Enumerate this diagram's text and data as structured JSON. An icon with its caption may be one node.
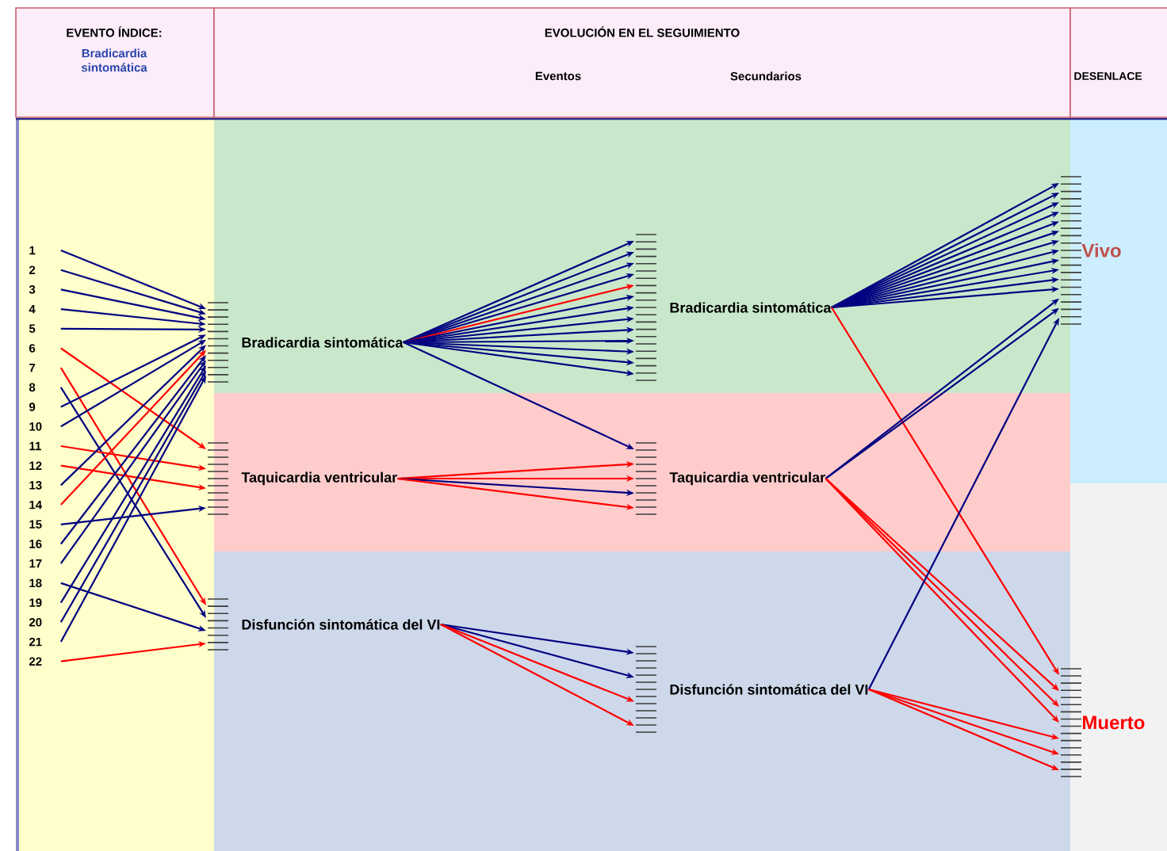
{
  "diagram": {
    "nodes": [
      {
        "text": [
          "1"
        ]
      },
      {
        "text": [
          "2"
        ]
      },
      {
        "text": [
          "3"
        ]
      },
      {
        "text": [
          "4"
        ]
      },
      {
        "text": [
          "5"
        ]
      },
      {
        "text": [
          "6"
        ]
      },
      {
        "text": [
          "7"
        ]
      },
      {
        "text": [
          "8"
        ]
      },
      {
        "text": [
          "9"
        ]
      },
      {
        "text": [
          "10"
        ]
      },
      {
        "text": [
          "11"
        ]
      },
      {
        "text": [
          "12"
        ]
      },
      {
        "text": [
          "13"
        ]
      },
      {
        "text": [
          "14"
        ]
      },
      {
        "text": [
          "15"
        ]
      },
      {
        "text": [
          "16"
        ]
      },
      {
        "text": [
          "17"
        ]
      },
      {
        "text": [
          "18"
        ]
      },
      {
        "text": [
          "19"
        ]
      },
      {
        "text": [
          "20"
        ]
      },
      {
        "text": [
          "21"
        ]
      },
      {
        "text": [
          "22"
        ]
      },
      {
        "text": [
          "Bradicardia sintomática"
        ]
      },
      {
        "text": [
          "Taquicardia ventricular"
        ]
      },
      {
        "text": [
          "Disfunción sintomática del VI"
        ]
      },
      {
        "text": [
          "Bradicardia sintomática"
        ]
      },
      {
        "text": [
          "Taquicardia ventricular"
        ]
      },
      {
        "text": [
          "Disfunción sintomática del VI"
        ]
      },
      {
        "text": [
          "Vivo"
        ]
      },
      {
        "text": [
          "Muerto"
        ]
      }
    ],
    "edges": [
      {
        "from": 0,
        "to": 22,
        "arrow": "to"
      },
      {
        "from": 1,
        "to": 22,
        "arrow": "to"
      },
      {
        "from": 2,
        "to": 22,
        "arrow": "to"
      },
      {
        "from": 3,
        "to": 22,
        "arrow": "to"
      },
      {
        "from": 4,
        "to": 22,
        "arrow": "to"
      },
      {
        "from": 5,
        "to": 23,
        "arrow": "to",
        "color": "#ff0000"
      },
      {
        "from": 6,
        "to": 24,
        "arrow": "to",
        "color": "#ff0000"
      },
      {
        "from": 7,
        "to": 24,
        "arrow": "to"
      },
      {
        "from": 8,
        "to": 22,
        "arrow": "to"
      },
      {
        "from": 9,
        "to": 22,
        "arrow": "to"
      },
      {
        "from": 10,
        "to": 23,
        "arrow": "to",
        "color": "#ff0000"
      },
      {
        "from": 11,
        "to": 23,
        "arrow": "to",
        "color": "#ff0000"
      },
      {
        "from": 12,
        "to": 22,
        "arrow": "to"
      },
      {
        "from": 13,
        "to": 22,
        "arrow": "to",
        "color": "#ff0000"
      },
      {
        "from": 14,
        "to": 23,
        "arrow": "to"
      },
      {
        "from": 15,
        "to": 22,
        "arrow": "to"
      },
      {
        "from": 16,
        "to": 22,
        "arrow": "to"
      },
      {
        "from": 17,
        "to": 24,
        "arrow": "to"
      },
      {
        "from": 18,
        "to": 22,
        "arrow": "to"
      },
      {
        "from": 19,
        "to": 22,
        "arrow": "to"
      },
      {
        "from": 20,
        "to": 22,
        "arrow": "to"
      },
      {
        "from": 21,
        "to": 24,
        "arrow": "to",
        "color": "#ff0000"
      },
      {
        "from": 22,
        "to": 25,
        "arrow": "to"
      },
      {
        "from": 22,
        "to": 25,
        "arrow": "to"
      },
      {
        "from": 22,
        "to": 25,
        "arrow": "to"
      },
      {
        "from": 22,
        "to": 25,
        "arrow": "to"
      },
      {
        "from": 22,
        "to": 25,
        "arrow": "to",
        "color": "#ff0000"
      },
      {
        "from": 22,
        "to": 25,
        "arrow": "to"
      },
      {
        "from": 22,
        "to": 25,
        "arrow": "to"
      },
      {
        "from": 22,
        "to": 25,
        "arrow": "to"
      },
      {
        "from": 22,
        "to": 25,
        "arrow": "to"
      },
      {
        "from": 22,
        "to": 25,
        "arrow": "to"
      },
      {
        "from": 22,
        "to": 25,
        "arrow": "to"
      },
      {
        "from": 22,
        "to": 25,
        "arrow": "to"
      },
      {
        "from": 22,
        "to": 25,
        "arrow": "to"
      },
      {
        "from": 22,
        "to": 26,
        "arrow": "to"
      },
      {
        "from": 23,
        "to": 26,
        "arrow": "to",
        "color": "#ff0000"
      },
      {
        "from": 23,
        "to": 26,
        "arrow": "to",
        "color": "#ff0000"
      },
      {
        "from": 23,
        "to": 26,
        "arrow": "to"
      },
      {
        "from": 23,
        "to": 26,
        "arrow": "to",
        "color": "#ff0000"
      },
      {
        "from": 24,
        "to": 27,
        "arrow": "to"
      },
      {
        "from": 24,
        "to": 27,
        "arrow": "to"
      },
      {
        "from": 24,
        "to": 27,
        "arrow": "to",
        "color": "#ff0000"
      },
      {
        "from": 24,
        "to": 27,
        "arrow": "to",
        "color": "#ff0000"
      },
      {
        "from": 25,
        "to": 28,
        "arrow": "to"
      },
      {
        "from": 25,
        "to": 28,
        "arrow": "to"
      },
      {
        "from": 25,
        "to": 28,
        "arrow": "to"
      },
      {
        "from": 25,
        "to": 28,
        "arrow": "to"
      },
      {
        "from": 25,
        "to": 28,
        "arrow": "to"
      },
      {
        "from": 25,
        "to": 28,
        "arrow": "to"
      },
      {
        "from": 25,
        "to": 28,
        "arrow": "to"
      },
      {
        "from": 25,
        "to": 28,
        "arrow": "to"
      },
      {
        "from": 25,
        "to": 28,
        "arrow": "to"
      },
      {
        "from": 25,
        "to": 28,
        "arrow": "to"
      },
      {
        "from": 25,
        "to": 28,
        "arrow": "to"
      },
      {
        "from": 25,
        "to": 28,
        "arrow": "to"
      },
      {
        "from": 25,
        "to": 29,
        "arrow": "to",
        "color": "#ff0000"
      },
      {
        "from": 26,
        "to": 28,
        "arrow": "to"
      },
      {
        "from": 26,
        "to": 28,
        "arrow": "to"
      },
      {
        "from": 26,
        "to": 29,
        "arrow": "to",
        "color": "#ff0000"
      },
      {
        "from": 26,
        "to": 29,
        "arrow": "to",
        "color": "#ff0000"
      },
      {
        "from": 26,
        "to": 29,
        "arrow": "to",
        "color": "#ff0000"
      },
      {
        "from": 27,
        "to": 28,
        "arrow": "to"
      },
      {
        "from": 27,
        "to": 29,
        "arrow": "to",
        "color": "#ff0000"
      },
      {
        "from": 27,
        "to": 29,
        "arrow": "to",
        "color": "#ff0000"
      },
      {
        "from": 27,
        "to": 29,
        "arrow": "to",
        "color": "#ff0000"
      }
    ],
    "labels": [
      "EVENTO ÍNDICE:",
      "Bradicardia sintomática",
      "EVOLUCIÓN EN EL SEGUIMIENTO",
      "Eventos",
      "Secundarios",
      "DESENLACE"
    ]
  }
}
